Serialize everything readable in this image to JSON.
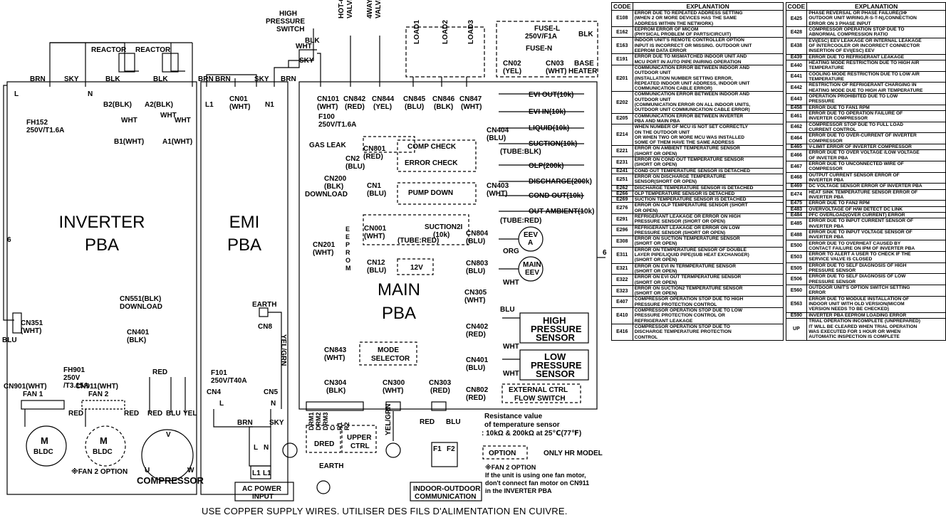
{
  "diagram": {
    "boards": {
      "inverter": [
        "INVERTER",
        "PBA"
      ],
      "emi": [
        "EMI",
        "PBA"
      ],
      "main": [
        "MAIN",
        "PBA"
      ]
    },
    "labels": {
      "high_pressure_switch": [
        "HIGH",
        "PRESSURE",
        "SWITCH"
      ],
      "reactor": "REACTOR",
      "brn": "BRN",
      "sky": "SKY",
      "blk": "BLK",
      "wht": "WHT",
      "blu": "BLU",
      "red": "RED",
      "yel": "YEL",
      "org": "ORG",
      "l": "L",
      "n": "N",
      "b2blk": "B2(BLK)",
      "a2blk": "A2(BLK)",
      "b1wht": "B1(WHT)",
      "a1wht": "A1(WHT)",
      "fh152": [
        "FH152",
        "250V/T1.6A"
      ],
      "l1": "L1",
      "n1": "N1",
      "cn01": [
        "CN01",
        "(WHT)"
      ],
      "cn101": [
        "CN101",
        "(WHT)"
      ],
      "cn842": [
        "CN842",
        "(RED)"
      ],
      "cn844": [
        "CN844",
        "(YEL)"
      ],
      "cn845": [
        "CN845",
        "(BLU)"
      ],
      "cn846": [
        "CN846",
        "(BLK)"
      ],
      "cn847": [
        "CN847",
        "(WHT)"
      ],
      "hot_gas": [
        "HOT-GAS",
        "VALVE"
      ],
      "4way": [
        "4WAY-1",
        "VALVE"
      ],
      "load1": "LOAD1",
      "load2": "LOAD2",
      "load3": "LOAD3",
      "fuse_l": [
        "FUSE-L",
        "250V/F1A"
      ],
      "fuse_n": "FUSE-N",
      "cn02": [
        "CN02",
        "(YEL)"
      ],
      "cn03": [
        "CN03",
        "(WHT)"
      ],
      "base_heater": [
        "BASE",
        "HEATER"
      ],
      "f100": [
        "F100",
        "250V/T1.6A"
      ],
      "gas_leak": "GAS LEAK",
      "cn801": [
        "CN801",
        "(RED)"
      ],
      "cn2": [
        "CN2",
        "(BLU)"
      ],
      "comp_check": "COMP CHECK",
      "error_check": "ERROR CHECK",
      "cn200": [
        "CN200",
        "(BLK)",
        "DOWNLOAD"
      ],
      "cn1": [
        "CN1",
        "(BLU)"
      ],
      "pump_down": "PUMP DOWN",
      "cn404": [
        "CN404",
        "(BLU)"
      ],
      "cn403": [
        "CN403",
        "(WHT)"
      ],
      "evi_out": "EVI OUT(10k)",
      "evi_in": "EVI IN(10k)",
      "liquid": "LIQUID(10k)",
      "suction": "SUCTION(10k)",
      "tube_blk": "(TUBE:BLK)",
      "olp": "OLP(200k)",
      "discharge": "DISCHARGE(200k)",
      "cond_out": "COND OUT(10k)",
      "out_ambient": "OUT AMBIENT(10k)",
      "tube_red": "(TUBE:RED)",
      "cn001": [
        "CN001",
        "(WHT)"
      ],
      "suction2": [
        "SUCTION2I",
        "(10k)"
      ],
      "tube_red2": "(TUBE:RED)",
      "cn201": [
        "CN201",
        "(WHT)"
      ],
      "eeprom": [
        "E",
        "E",
        "P",
        "R",
        "O",
        "M"
      ],
      "cn12": [
        "CN12",
        "(BLU)"
      ],
      "v12": "12V",
      "cn804": [
        "CN804",
        "(BLU)"
      ],
      "eev_a": [
        "EEV",
        "A"
      ],
      "cn803": [
        "CN803",
        "(BLU)"
      ],
      "main_eev": [
        "MAIN",
        "EEV"
      ],
      "cn305": [
        "CN305",
        "(WHT)"
      ],
      "cn402": [
        "CN402",
        "(RED)"
      ],
      "high_pressure_sensor": [
        "HIGH",
        "PRESSURE",
        "SENSOR"
      ],
      "cn401b": [
        "CN401",
        "(BLU)"
      ],
      "low_pressure_sensor": [
        "LOW",
        "PRESSURE",
        "SENSOR"
      ],
      "cn802": [
        "CN802",
        "(RED)"
      ],
      "external_ctrl": [
        "EXTERNAL CTRL",
        "FLOW SWITCH"
      ],
      "cn843": [
        "CN843",
        "(WHT)"
      ],
      "mode_selector": [
        "MODE",
        "SELECTOR"
      ],
      "cn304": [
        "CN304",
        "(BLK)"
      ],
      "drm": [
        "DRM1",
        "DRM2",
        "DRM3",
        "C",
        "R1",
        "R2"
      ],
      "dred": "DRED",
      "upper_ctrl": [
        "UPPER",
        "CTRL"
      ],
      "cn300": [
        "CN300",
        "(WHT)"
      ],
      "cn303": [
        "CN303",
        "(RED)"
      ],
      "yel_grn": "YEL/GRN",
      "f1": "F1",
      "f2": "F2",
      "resistance": [
        "Resistance value",
        "of temperature sensor",
        ": 10kΩ & 200kΩ at 25℃(77℉)"
      ],
      "option": "OPTION",
      "only_hr": "ONLY HR MODEL",
      "fan2_note": [
        "※FAN 2 OPTION",
        "If the unit is using one fan motor,",
        "don't connect fan motor on CN911",
        "in the INVERTER PBA"
      ],
      "indoor_outdoor": [
        "INDOOR-OUTDOOR",
        "COMMUNICATION"
      ],
      "cn551": [
        "CN551(BLK)",
        "DOWNLOAD"
      ],
      "cn351": [
        "CN351",
        "(WHT)"
      ],
      "cn401": [
        "CN401",
        "(BLK)"
      ],
      "fh901": [
        "FH901",
        "250V",
        "/T3.15A"
      ],
      "cn901": [
        "CN901(WHT)",
        "FAN 1"
      ],
      "cn911": [
        "CN911(WHT)",
        "FAN 2"
      ],
      "m": "M",
      "bldc": "BLDC",
      "fan2_option": "※FAN 2 OPTION",
      "compressor": "COMPRESSOR",
      "u": "U",
      "v": "V",
      "w": "W",
      "earth": "EARTH",
      "cn8": "CN8",
      "f101": [
        "F101",
        "250V/T40A"
      ],
      "cn4": "CN4",
      "cn5": "CN5",
      "ac_power": [
        "AC POWER",
        "INPUT"
      ],
      "six": "6"
    },
    "footnote": "USE COPPER SUPPLY WIRES. UTILISER DES FILS D'ALIMENTATION EN CUIVRE."
  },
  "tables": {
    "headers": {
      "code": "CODE",
      "explanation": "EXPLANATION"
    },
    "left": [
      {
        "code": "E108",
        "lines": [
          "ERROR DUE TO REPEATED ADDRESS SETTING",
          "(WHEN 2 OR MORE DEVICES HAS THE SAME",
          "ADDRESS WITHIN THE NETWORK)"
        ]
      },
      {
        "code": "E162",
        "lines": [
          "EEPROM ERROR OF MICOM",
          "(PHYSICAL PROBLEM OF PARTS/CIRCUIT)"
        ]
      },
      {
        "code": "E163",
        "lines": [
          "INDOOR UNIT'S REMOTE CONTROLLER OPTION",
          "INPUT IS INCORRECT OR MISSING. OUTDOOR UNIT",
          "EEPROM DATA ERROR"
        ]
      },
      {
        "code": "E191",
        "lines": [
          "ERROR DUE TO MISMATCHED INDOOR UNIT AND",
          "MCU PORT IN AUTO PIPE PAIRING OPERATION"
        ]
      },
      {
        "code": "E201",
        "lines": [
          "COMMUNICATION ERROR BETWEEN INDOOR AND",
          "OUTDOOR UNIT",
          "(INSTALLATION NUMBER SETTING ERROR,",
          "REPEATED INDOOR UNIT ADDRESS, INDOOR UNIT",
          "COMMUNICATION CABLE ERROR)"
        ]
      },
      {
        "code": "E202",
        "lines": [
          "COMMUNICATION ERROR BETWEEN INDOOR AND",
          "OUTDOOR UNIT",
          "(COMMUNICATION ERROR ON ALL INDOOR UNITS,",
          "OUTDOOR UNIT COMMUNICATION CABLE ERROR)"
        ]
      },
      {
        "code": "E205",
        "lines": [
          "COMMUNICATION ERROR BETWEEN INVERTER",
          "PBA AND MAIN PBA"
        ]
      },
      {
        "code": "E214",
        "lines": [
          "WHEN NUMBER OF MCU IS NOT SET CORRECTLY",
          "ON THE OUTDOOR UNIT",
          "OR WHEN TWO OR MORE MCU WAS INSTALLED",
          "SOME OF THEM HAVE THE SAME ADDRESS"
        ]
      },
      {
        "code": "E221",
        "lines": [
          "ERROR ON AMBIENT TEMPERATURE SENSOR",
          "(SHORT OR OPEN)"
        ]
      },
      {
        "code": "E231",
        "lines": [
          "ERROR ON COND OUT TEMPERATURE SENSOR",
          "(SHORT OR OPEN)"
        ]
      },
      {
        "code": "E241",
        "lines": [
          "COND OUT TEMPERATURE SENSOR IS DETACHED"
        ]
      },
      {
        "code": "E251",
        "lines": [
          "ERROR ON DISCHARGE TEMPERATURE",
          "SENSOR(SHORT OR OPEN)"
        ]
      },
      {
        "code": "E262",
        "lines": [
          "DISCHARGE TEMPERATURE SENSOR IS DETACHED"
        ]
      },
      {
        "code": "E266",
        "lines": [
          "OLP TEMPERATURE SENSOR IS DETACHED"
        ]
      },
      {
        "code": "E269",
        "lines": [
          "SUCTION TEMPERATURE SENSOR IS DETACHED"
        ]
      },
      {
        "code": "E276",
        "lines": [
          "ERROR ON OLP TEMPERATURE SENSOR (SHORT",
          "OR OPEN)"
        ]
      },
      {
        "code": "E291",
        "lines": [
          "REFRIGERANT LEAKAGE OR ERROR ON HIGH",
          "PRESSURE SENSOR (SHORT OR OPEN)"
        ]
      },
      {
        "code": "E296",
        "lines": [
          "REFRIGERANT LEAKAGE OR ERROR ON LOW",
          "PRESSURE SENSOR (SHORT OR OPEN)"
        ]
      },
      {
        "code": "E308",
        "lines": [
          "ERROR ON SUCTION TEMPERATURE SENSOR",
          "(SHORT OR OPEN)"
        ]
      },
      {
        "code": "E311",
        "lines": [
          "ERROR ON TEMPERATURE SENSOR OF DOUBLE",
          "LAYER PIPE/LIQUID PIPE(SUB HEAT EXCHANGER)",
          "(SHORT OR OPEN)"
        ]
      },
      {
        "code": "E321",
        "lines": [
          "ERROR ON EVI IN TERMPERATURE SENSOR",
          "(SHORT OR OPEN)"
        ]
      },
      {
        "code": "E322",
        "lines": [
          "ERROR ON EVI OUT TERMPERATURE SENSOR",
          "(SHORT OR OPEN)"
        ]
      },
      {
        "code": "E323",
        "lines": [
          "ERROR ON SUCTION2 TEMPERATURE SENSOR",
          "(SHORT OR OPEN)"
        ]
      },
      {
        "code": "E407",
        "lines": [
          "COMPRESSOR OPERATION STOP DUE TO HIGH",
          "PRESSURE PROTECTION CONTROL"
        ]
      },
      {
        "code": "E410",
        "lines": [
          "COMPRESSOR OPERATION STOP DUE TO LOW",
          "PRESSURE PROTECTION CONTROL OR",
          "REFRIGERANT LEAKAGE"
        ]
      },
      {
        "code": "E416",
        "lines": [
          "COMPRESSOR OPERATION STOP DUE TO",
          "DISCHARGE TEMPERATURE PROTECTION",
          "CONTROL"
        ]
      }
    ],
    "right": [
      {
        "code": "E425",
        "lines": [
          "PHASE REVERSAL OR PHASE FAILURE(3Φ",
          "OUTDOOR UNIT WIRING,R-S-T-N),CONNECTION",
          "ERROR ON 3 PHASE INPUT"
        ]
      },
      {
        "code": "E428",
        "lines": [
          "COMPRESSOR OPERATION STOP DUE TO",
          "ABNORMAL COMPRESSION RATIO"
        ]
      },
      {
        "code": "E438",
        "lines": [
          "EVI(ESC) EEV LEAKAGE OR INTERNAL LEAKAGE",
          "OF INTERCOOLER OR INCORRECT CONNECTOR",
          "INSERTION OF EVI(ESC) EEV"
        ]
      },
      {
        "code": "E439",
        "lines": [
          "ERROR DUE TO REFRIGERANT LEAKAGE"
        ]
      },
      {
        "code": "E440",
        "lines": [
          "HEATING MODE RESTRICTION DUE TO HIGH AIR",
          "TEMPERATURE"
        ]
      },
      {
        "code": "E441",
        "lines": [
          "COOLING MODE RESTRICTION DUE TO LOW AIR",
          "TEMPERATURE"
        ]
      },
      {
        "code": "E442",
        "lines": [
          "RESTRICTION OF REFRIGERANT CHARGING IN",
          "HEATING MODE DUE TO HIGH AIR TEMPERATURE"
        ]
      },
      {
        "code": "E443",
        "lines": [
          "OPERATION PROHIBITED DUE TO LOW",
          "PRESSURE"
        ]
      },
      {
        "code": "E458",
        "lines": [
          "ERROR DUE TO FAN1 RPM"
        ]
      },
      {
        "code": "E461",
        "lines": [
          "ERROR DUE TO OPERATION FAILURE OF",
          "INVERTER COMPRESSOR"
        ]
      },
      {
        "code": "E462",
        "lines": [
          "COMPRESSOR STOP DUE TO FULL LOAD",
          "CURRENT CONTROL"
        ]
      },
      {
        "code": "E464",
        "lines": [
          "ERROR DUE TO OVER-CURRENT OF INVERTER",
          "COMPRESSOR"
        ]
      },
      {
        "code": "E465",
        "lines": [
          "V-LIMIT ERROR OF INVERTER COMPRESSOR"
        ]
      },
      {
        "code": "E466",
        "lines": [
          "ERROR DUE TO OVER VOLTAGE /LOW VOLTAGE",
          "OF INVETER PBA"
        ]
      },
      {
        "code": "E467",
        "lines": [
          "ERROR DUE TO UNCONNECTED WIRE OF",
          "COMPRESSOR"
        ]
      },
      {
        "code": "E468",
        "lines": [
          "OUTPUT CURRENT SENSOR ERROR OF",
          "INVERTER PBA"
        ]
      },
      {
        "code": "E469",
        "lines": [
          "DC VOLTAGE SENSOR ERROR OF INVERTER PBA"
        ]
      },
      {
        "code": "E474",
        "lines": [
          "HEAT SINK TEMPERATURE SENSOR ERROR OF",
          "INVERTER PBA"
        ]
      },
      {
        "code": "E475",
        "lines": [
          "ERROR DUE TO FAN2 RPM"
        ]
      },
      {
        "code": "E483",
        "lines": [
          "OVERVOLTAGE OF H/W DETECT DC LINK"
        ]
      },
      {
        "code": "E484",
        "lines": [
          "PFC OVERLOAD(OVER CURRENT) ERROR"
        ]
      },
      {
        "code": "E485",
        "lines": [
          "ERROR DUE TO INPUT CURRENT SENSOR OF",
          "INVERTER PBA"
        ]
      },
      {
        "code": "E488",
        "lines": [
          "ERROR DUE TO INPUT VOLTAGE SENSOR OF",
          "INVERTER PBA"
        ]
      },
      {
        "code": "E500",
        "lines": [
          "ERROR DUE TO OVERHEAT CAUSED BY",
          "CONTACT FAILURE ON IPM OF INVERTER PBA"
        ]
      },
      {
        "code": "E503",
        "lines": [
          "ERROR TO ALERT A USER TO CHECK IF THE",
          "SERVICE VALVE IS CLOSED"
        ]
      },
      {
        "code": "E505",
        "lines": [
          "ERROR DUE TO SELF DIAGNOSIS OF HIGH",
          "PRESSURE SENSOR"
        ]
      },
      {
        "code": "E506",
        "lines": [
          "ERROR DUE TO SELF DIAGNOSIS OF LOW",
          "PRESSURE SENSOR"
        ]
      },
      {
        "code": "E560",
        "lines": [
          "OUTDOOR UNIT'S OPTION SWITCH SETTING",
          "ERROR"
        ]
      },
      {
        "code": "E563",
        "lines": [
          "ERROR DUE TO MODULE INSTALLATION OF",
          "INDOOR UNIT WITH OLD VERSION(MICOM",
          "VERSION NEEDS TO BE CHECKED)"
        ]
      },
      {
        "code": "E590",
        "lines": [
          "INVERTER PBA EEPROM LOADING ERROR"
        ]
      },
      {
        "code": "UP",
        "lines": [
          "TRIAL OPERATION INCOMPLETE (UNPREPARED)",
          "IT WILL BE CLEARED WHEN TRIAL OPERATION",
          "WAS EXECUTED FOR 1 HOUR OR WHEN",
          "AUTOMATIC INSPECTION IS COMPLETE"
        ]
      }
    ]
  }
}
